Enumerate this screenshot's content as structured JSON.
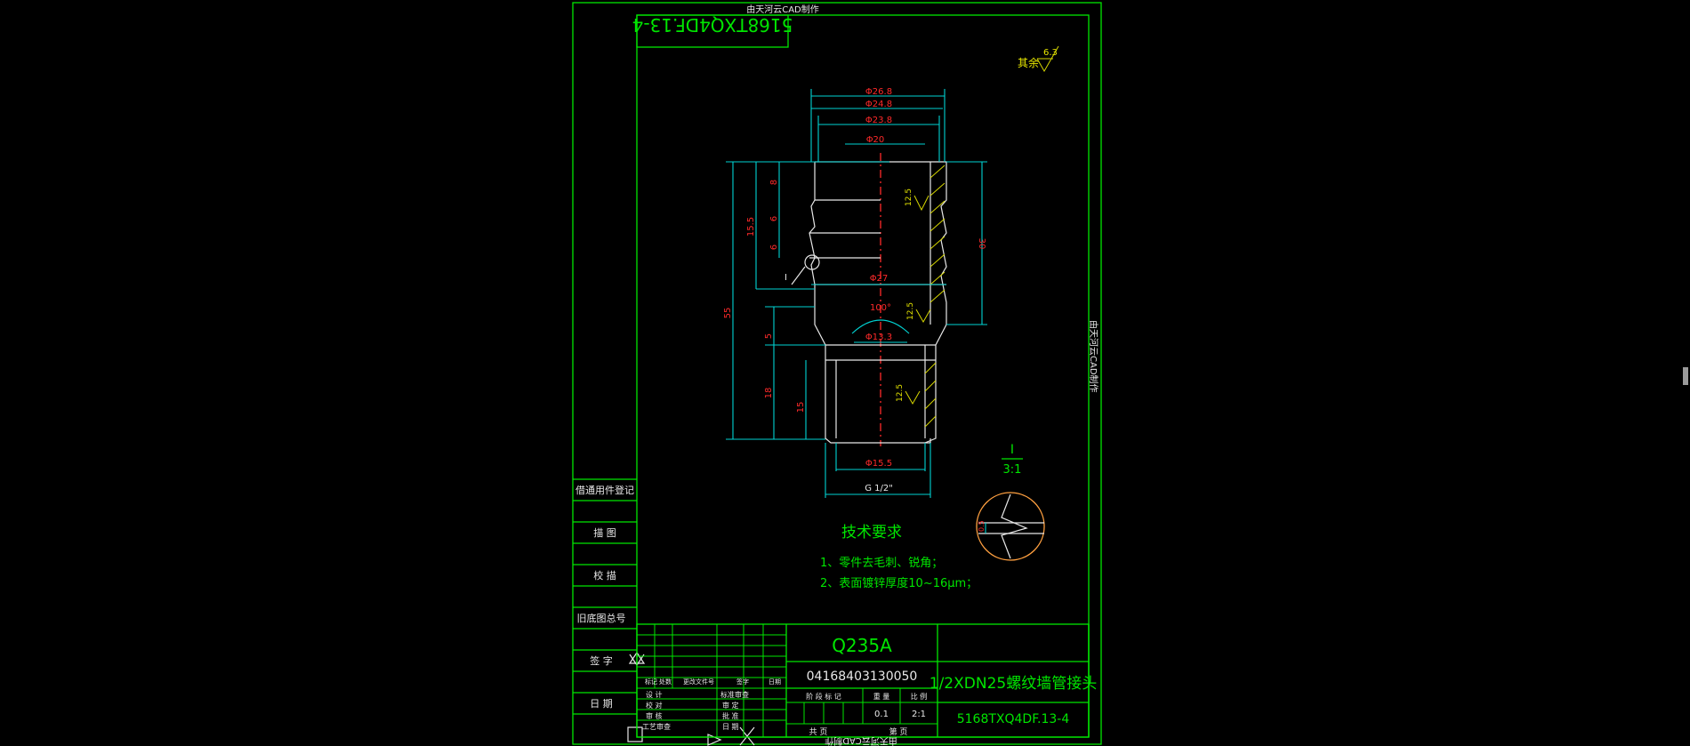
{
  "header_watermark": "由天河云CAD制作",
  "side_watermark": "由天河云CAD制作",
  "footer_watermark": "由天河云CAD制作",
  "drawing_code_box": "5168TXQ4DF.13-4",
  "surface_note": {
    "text": "其余",
    "roughness": "6.3"
  },
  "dimensions": {
    "d1": "Φ26.8",
    "d2": "Φ24.8",
    "d3": "Φ23.8",
    "d4": "Φ20",
    "d5": "Φ27",
    "d6": "Φ13.3",
    "d7": "Φ15.5",
    "thread": "G 1/2\"",
    "v8": "8",
    "v6a": "6",
    "v6b": "6",
    "v15_5": "15.5",
    "v55": "55",
    "v5": "5",
    "v18": "18",
    "v15": "15",
    "v30": "30",
    "angle": "100°",
    "detail_mark": "I",
    "detail_dim": "0.5"
  },
  "roughness_marks": [
    "12.5",
    "12.5",
    "12.5"
  ],
  "detail_view": {
    "label": "I",
    "scale": "3:1"
  },
  "tech_req": {
    "title": "技术要求",
    "items": [
      "1、零件去毛刺、锐角；",
      "2、表面镀锌厚度10~16μm；"
    ]
  },
  "left_strip": [
    "借通用件登记",
    "描 图",
    "校 描",
    "旧底图总号",
    "签 字",
    "日 期"
  ],
  "title_block": {
    "material": "Q235A",
    "part_number": "04168403130050",
    "name": "1/2XDN25螺纹墙管接头",
    "code": "5168TXQ4DF.13-4",
    "rev_headers": [
      "标记",
      "处数",
      "更改文件号",
      "签字",
      "日期"
    ],
    "sign_rows": [
      "设 计",
      "校 对",
      "审 核",
      "工艺审查"
    ],
    "sign_rows2": [
      "标准审查",
      "审 定",
      "批 准",
      "日 期"
    ],
    "stage_label": "阶 段 标 记",
    "weight_label": "重 量",
    "scale_label": "比 例",
    "weight": "0.1",
    "scale": "2:1",
    "sheets": "共  页",
    "sheet_no": "第  页"
  }
}
